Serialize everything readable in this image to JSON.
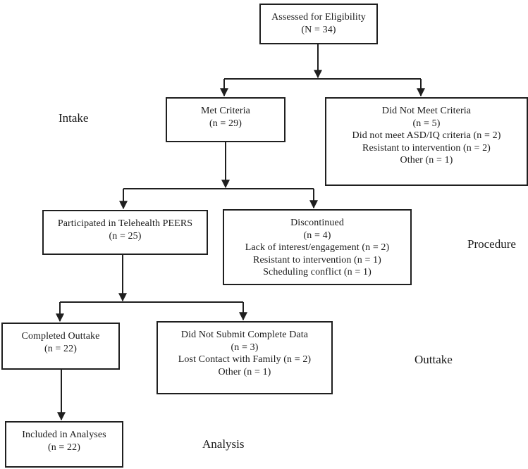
{
  "diagram": {
    "title_semantic": "Participant flow diagram",
    "boxes": {
      "assessed": {
        "lines": [
          "Assessed for Eligibility",
          "(N = 34)"
        ]
      },
      "met_criteria": {
        "lines": [
          "Met Criteria",
          "(n = 29)"
        ]
      },
      "did_not_meet_criteria": {
        "lines": [
          "Did Not Meet Criteria",
          "(n = 5)",
          "Did not meet ASD/IQ criteria (n = 2)",
          "Resistant to intervention (n = 2)",
          "Other (n = 1)"
        ]
      },
      "participated": {
        "lines": [
          "Participated in Telehealth PEERS",
          "(n = 25)"
        ]
      },
      "discontinued": {
        "lines": [
          "Discontinued",
          "(n = 4)",
          "Lack of interest/engagement (n = 2)",
          "Resistant to intervention (n = 1)",
          "Scheduling conflict (n = 1)"
        ]
      },
      "completed_outtake": {
        "lines": [
          "Completed Outtake",
          "(n = 22)"
        ]
      },
      "did_not_submit": {
        "lines": [
          "Did Not Submit Complete Data",
          "(n = 3)",
          "Lost Contact with Family (n = 2)",
          "Other (n = 1)"
        ]
      },
      "included_in_analyses": {
        "lines": [
          "Included in Analyses",
          "(n = 22)"
        ]
      }
    },
    "stage_labels": {
      "intake": "Intake",
      "procedure": "Procedure",
      "outtake": "Outtake",
      "analysis": "Analysis"
    },
    "colors": {
      "line": "#1f1f1f",
      "text": "#1a1a1a",
      "background": "#ffffff"
    }
  }
}
